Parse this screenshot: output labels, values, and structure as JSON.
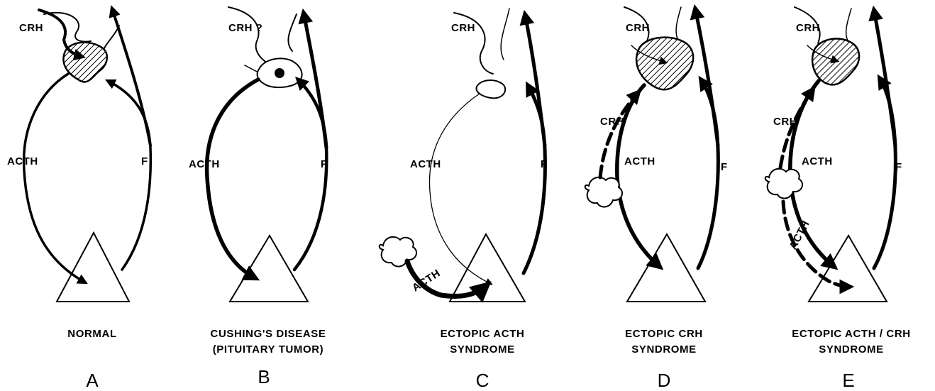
{
  "panels": [
    {
      "id": "A",
      "letter": "A",
      "caption": [
        "NORMAL"
      ],
      "labels": {
        "crh": "CRH",
        "acth": "ACTH",
        "f": "F"
      }
    },
    {
      "id": "B",
      "letter": "B",
      "caption": [
        "CUSHING'S DISEASE",
        "(PITUITARY TUMOR)"
      ],
      "labels": {
        "crh": "CRH ?",
        "acth": "ACTH",
        "f": "F"
      }
    },
    {
      "id": "C",
      "letter": "C",
      "caption": [
        "ECTOPIC ACTH",
        "SYNDROME"
      ],
      "labels": {
        "crh": "CRH",
        "acth": "ACTH",
        "f": "F",
        "tumor_output": "ACTH"
      }
    },
    {
      "id": "D",
      "letter": "D",
      "caption": [
        "ECTOPIC CRH",
        "SYNDROME"
      ],
      "labels": {
        "crh": "CRH",
        "acth": "ACTH",
        "f": "F",
        "tumor_output": "CRH"
      }
    },
    {
      "id": "E",
      "letter": "E",
      "caption": [
        "ECTOPIC ACTH / CRH",
        "SYNDROME"
      ],
      "labels": {
        "crh": "CRH",
        "acth": "ACTH",
        "f": "F",
        "tumor_output_1": "CRH",
        "tumor_output_2": "ACTH"
      }
    }
  ]
}
